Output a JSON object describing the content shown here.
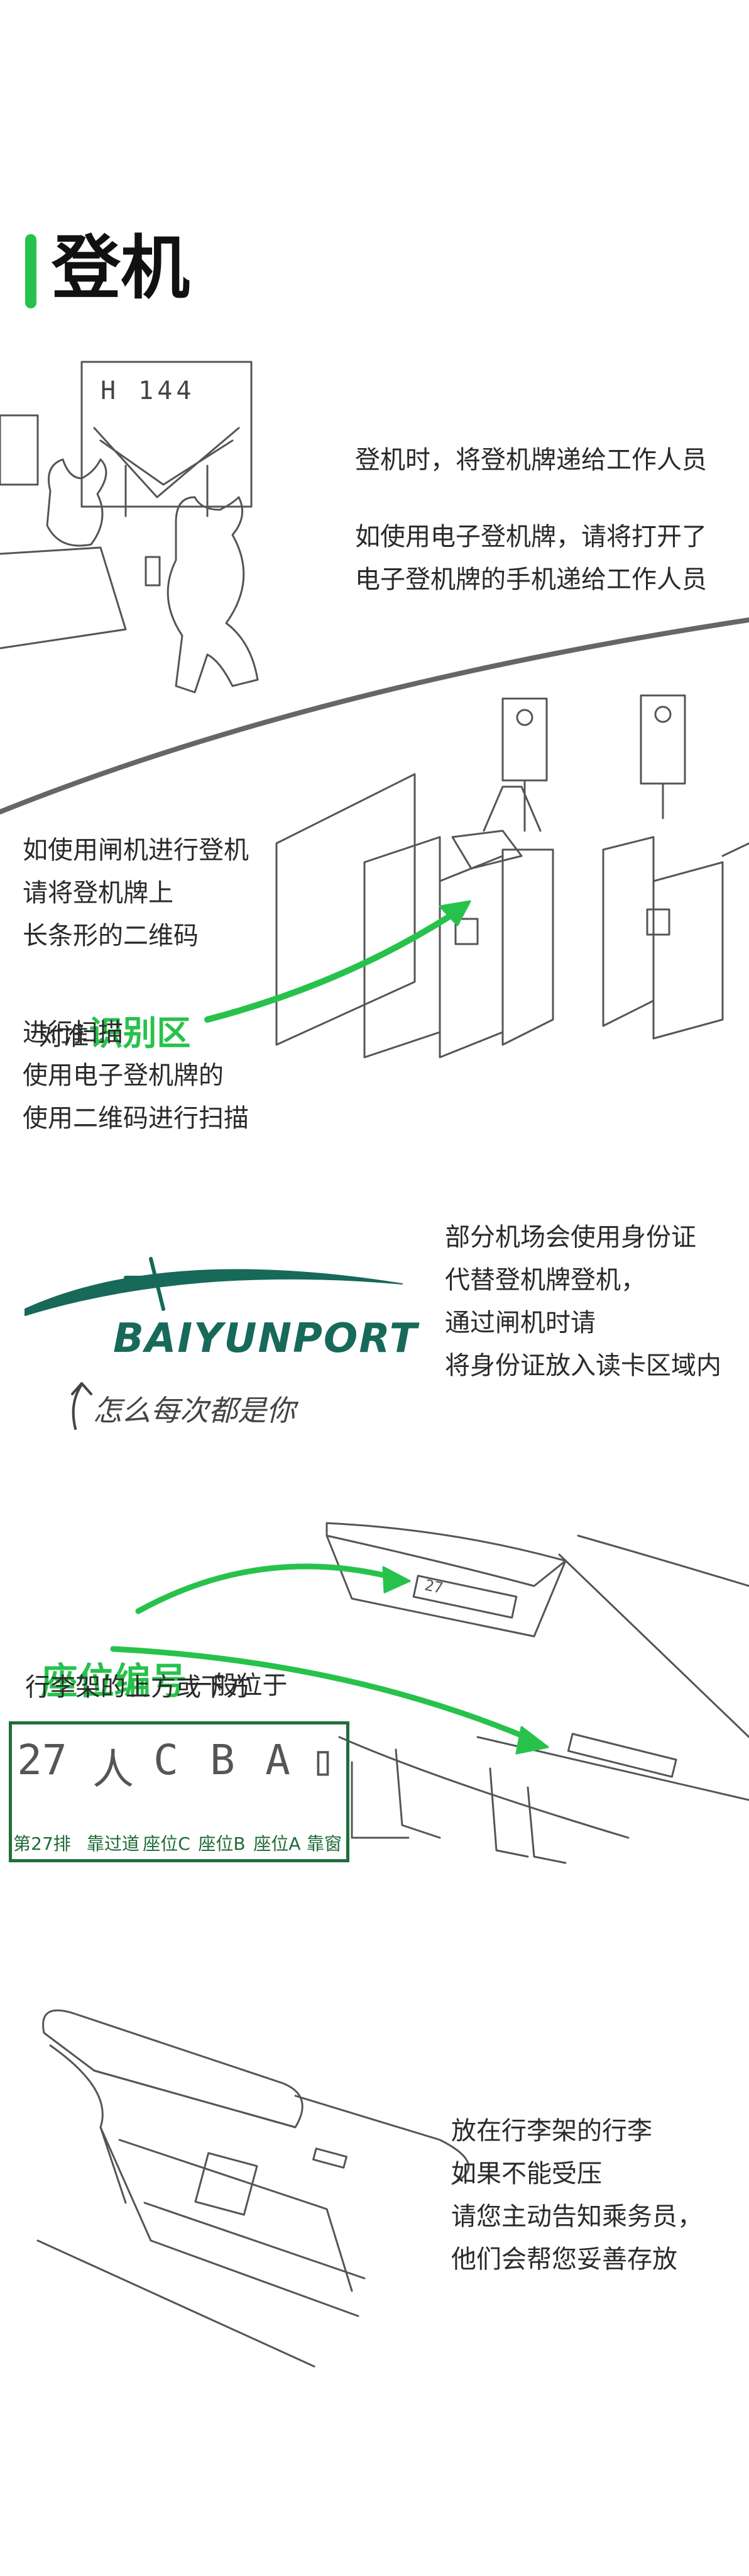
{
  "page": {
    "title": "登机",
    "gate_sign": "H 144"
  },
  "section1": {
    "line1": "登机时，将登机牌递给工作人员",
    "line2": "如使用电子登机牌，请将打开了",
    "line3": "电子登机牌的手机递给工作人员"
  },
  "section2": {
    "line1": "如使用闸机进行登机",
    "line2": "请将登机牌上",
    "line3": "长条形的二维码",
    "line4_prefix": "对准",
    "line4_highlight": "识别区",
    "line5": "进行扫描",
    "line6": "使用电子登机牌的",
    "line7": "使用二维码进行扫描"
  },
  "section3": {
    "logo_text": "BAIYUNPORT",
    "scribble": "怎么每次都是你",
    "line1": "部分机场会使用身份证",
    "line2": "代替登机牌登机，",
    "line3": "通过闸机时请",
    "line4": "将身份证放入读卡区域内"
  },
  "section4": {
    "heading_highlight": "座位编号",
    "heading_rest": "一般位于",
    "line2": "行李架的上方或下方",
    "sign_text": "27",
    "seat_glyphs": [
      "27",
      "人",
      "C",
      "B",
      "A",
      "▯"
    ],
    "seat_captions": [
      "第27排",
      "靠过道",
      "座位C",
      "座位B",
      "座位A",
      "靠窗"
    ]
  },
  "section5": {
    "line1": "放在行李架的行李",
    "line2": "如果不能受压",
    "line3": "请您主动告知乘务员，",
    "line4": "他们会帮您妥善存放"
  },
  "colors": {
    "accent_green": "#27c24c",
    "box_green": "#1f6e3a",
    "logo_green": "#17695a",
    "sketch_gray": "#555555"
  }
}
